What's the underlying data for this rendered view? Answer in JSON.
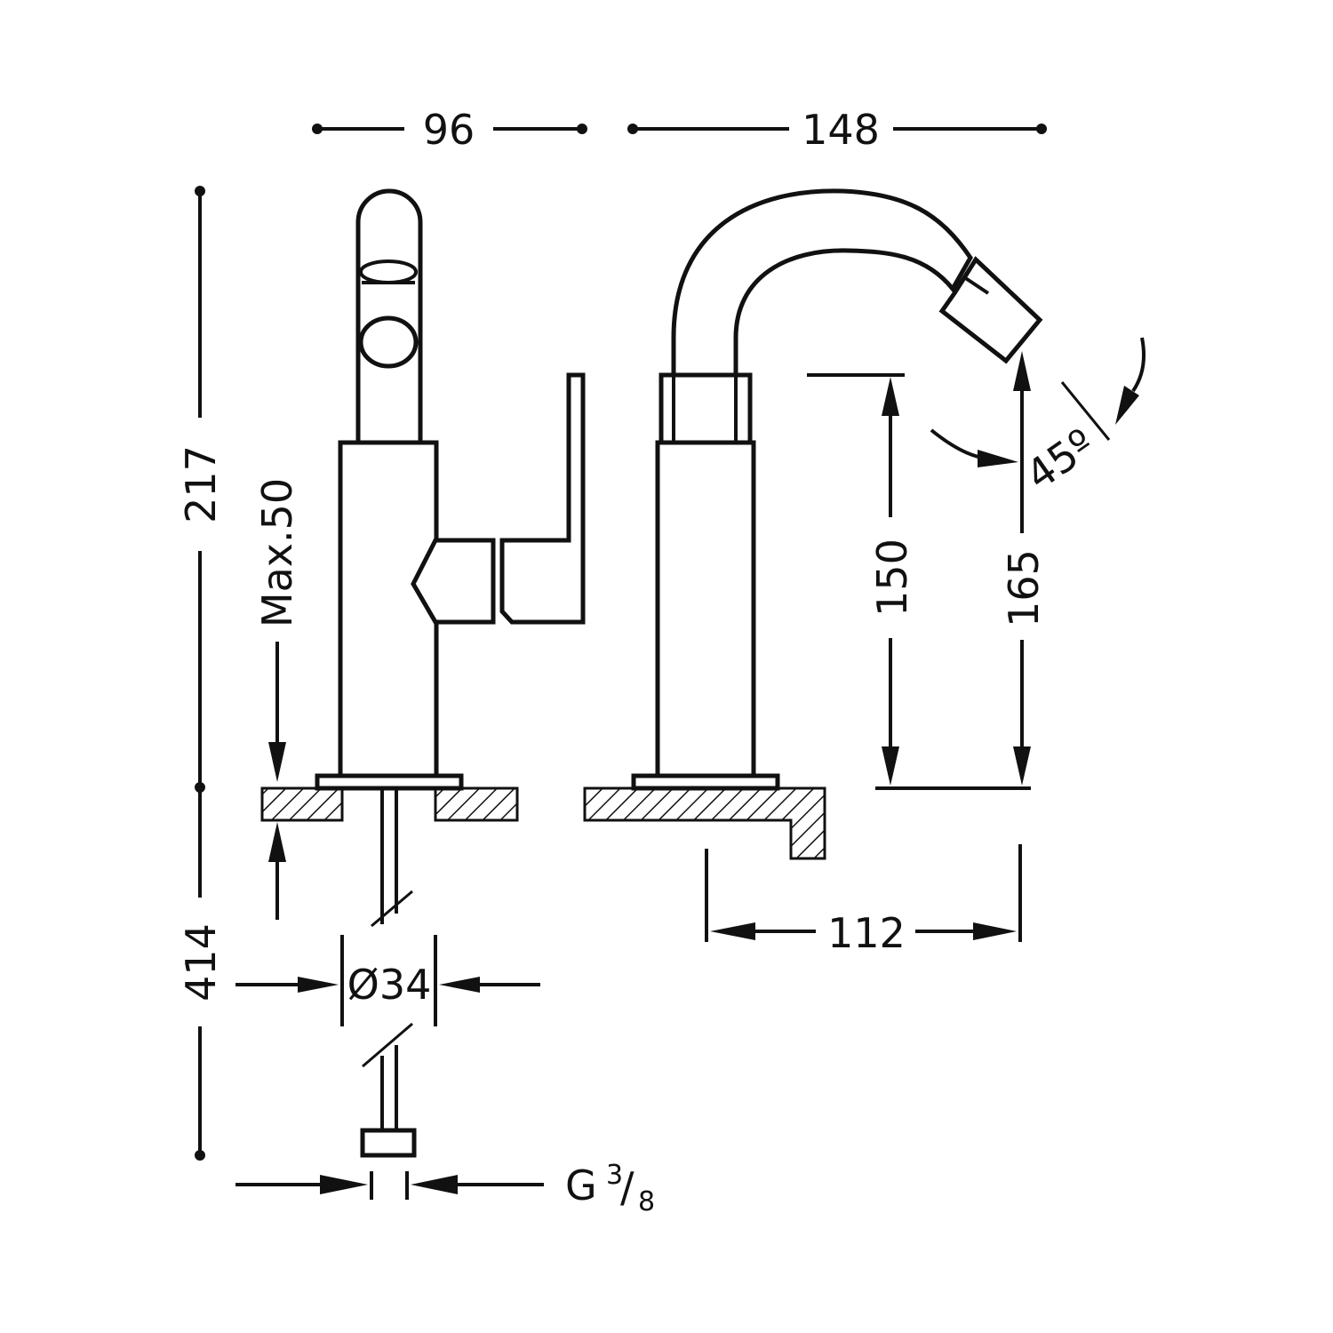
{
  "dimensions": {
    "top_left_width": "96",
    "top_right_width": "148",
    "total_height": "217",
    "max_deck": "Max.50",
    "tail_length": "414",
    "hole_diameter": "Ø34",
    "spout_reach": "112",
    "spout_height": "150",
    "outlet_height": "165",
    "swivel_angle": "45º"
  },
  "connection": {
    "thread": "G",
    "numerator": "3",
    "slash": "/",
    "denominator": "8"
  },
  "colors": {
    "line": "#111111",
    "background": "#ffffff"
  }
}
